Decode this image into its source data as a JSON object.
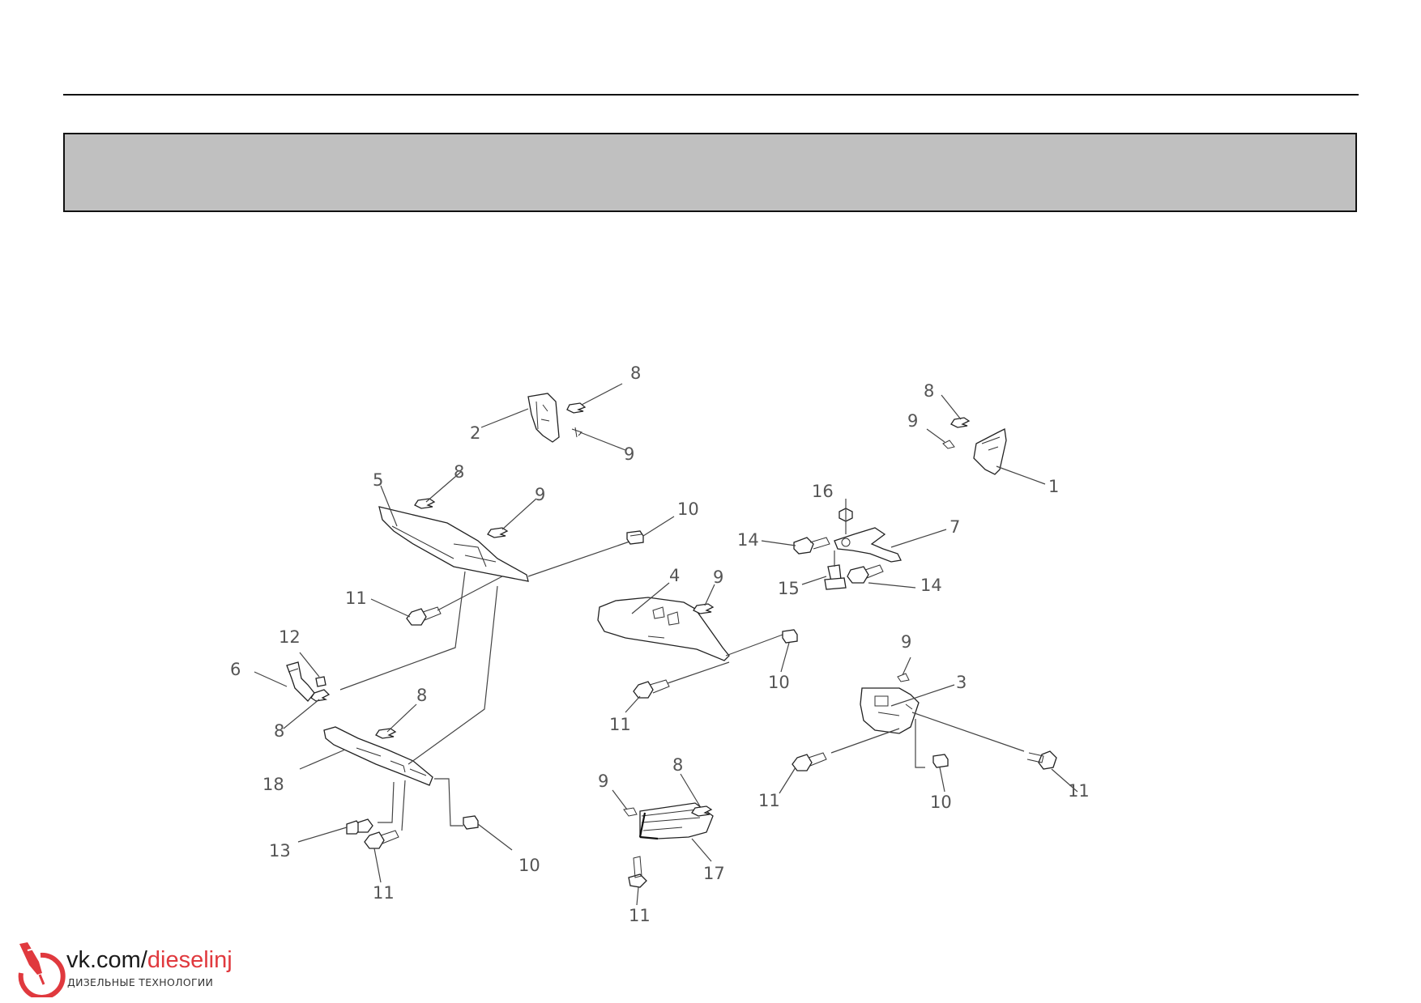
{
  "header": {
    "band_color": "#c0c0c0"
  },
  "callouts": {
    "c2": "2",
    "c8_top": "8",
    "c9_top": "9",
    "c8_right": "8",
    "c9_right": "9",
    "c1": "1",
    "c5": "5",
    "c8_left": "8",
    "c9_left": "9",
    "c10_a": "10",
    "c16": "16",
    "c14_a": "14",
    "c7": "7",
    "c15": "15",
    "c14_b": "14",
    "c11_a": "11",
    "c4": "4",
    "c9_mid": "9",
    "c12": "12",
    "c6": "6",
    "c8_low": "8",
    "c10_b": "10",
    "c11_b": "11",
    "c9_r2": "9",
    "c3": "3",
    "c8_lower": "8",
    "c18": "18",
    "c11_c": "11",
    "c11_d": "11",
    "c10_c": "10",
    "c9_bot": "9",
    "c8_bot": "8",
    "c13": "13",
    "c10_d": "10",
    "c17": "17",
    "c11_e": "11",
    "c11_f": "11"
  },
  "watermark": {
    "url_prefix": "vk.com/",
    "url_accent": "dieselinj",
    "tagline": "ДИЗЕЛЬНЫЕ ТЕХНОЛОГИИ",
    "accent_color": "#e0393e",
    "icon": "injector-logo-icon"
  }
}
